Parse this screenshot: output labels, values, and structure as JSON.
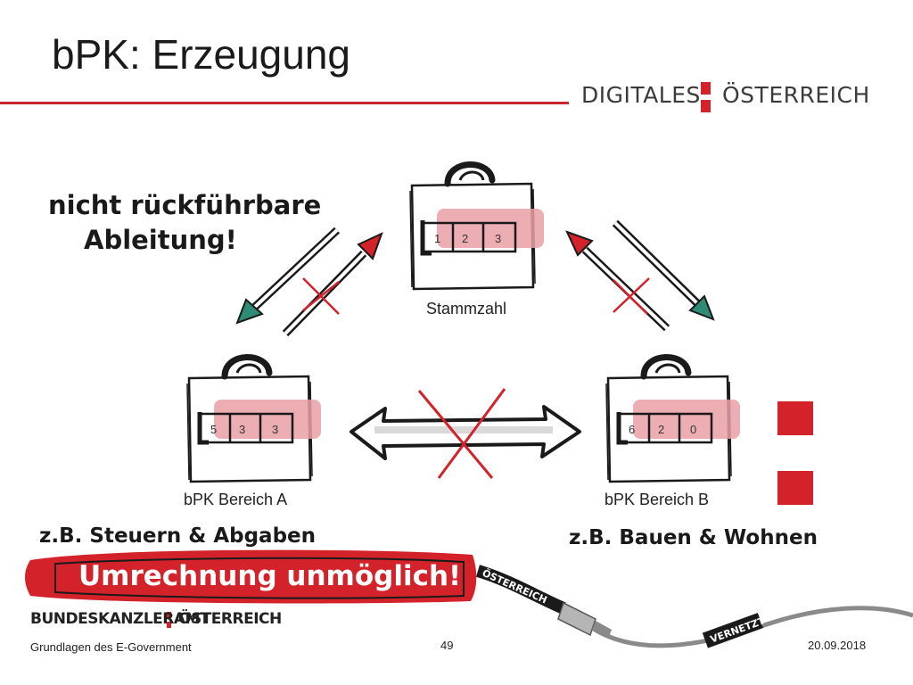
{
  "slide": {
    "title": "bPK: Erzeugung",
    "brand_left": "DIGITALES",
    "brand_right": "ÖSTERREICH",
    "headline_line1": "nicht rückführbare",
    "headline_line2": "Ableitung!",
    "stammzahl": {
      "label": "Stammzahl",
      "digits": [
        "1",
        "2",
        "3"
      ]
    },
    "bereich_a": {
      "label": "bPK Bereich A",
      "digits": [
        "5",
        "3",
        "3"
      ],
      "example": "z.B. Steuern & Abgaben"
    },
    "bereich_b": {
      "label": "bPK Bereich B",
      "digits": [
        "6",
        "2",
        "0"
      ],
      "example": "z.B. Bauen & Wohnen"
    },
    "banner": "Umrechnung unmöglich!",
    "cable_label_1": "ÖSTERREICH",
    "cable_label_2": "VERNETZT",
    "bka_left": "BUNDESKANZLERAMT",
    "bka_right": "ÖSTERREICH",
    "footer_left": "Grundlagen des E-Government",
    "footer_page": "49",
    "footer_date": "20.09.2018"
  },
  "colors": {
    "accent_red": "#d3222a",
    "teal": "#2e8b76",
    "highlight_pink": "#eaa0a6",
    "dark_text": "#1a1a1a"
  }
}
